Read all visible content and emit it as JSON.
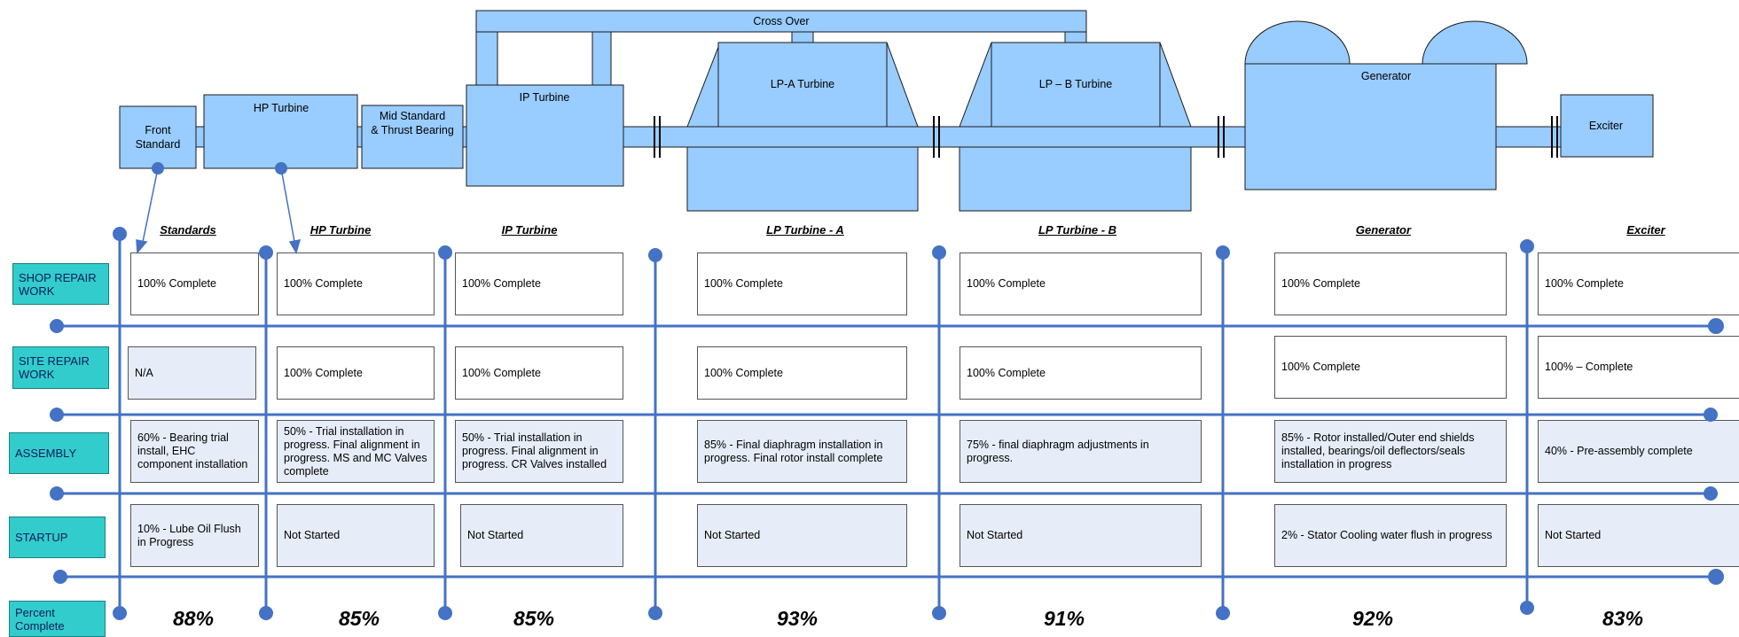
{
  "diagram": {
    "components": {
      "cross_over": "Cross Over",
      "front_standard": "Front\nStandard",
      "hp_turbine": "HP Turbine",
      "mid_standard": "Mid Standard\n& Thrust Bearing",
      "ip_turbine": "IP Turbine",
      "lpa_turbine": "LP-A Turbine",
      "lpb_turbine": "LP – B Turbine",
      "generator": "Generator",
      "exciter": "Exciter"
    }
  },
  "columns": [
    "Standards",
    "HP Turbine",
    "IP Turbine",
    "LP Turbine - A",
    "LP Turbine - B",
    "Generator",
    "Exciter"
  ],
  "rows": [
    "SHOP REPAIR WORK",
    "SITE REPAIR WORK",
    "ASSEMBLY",
    "STARTUP"
  ],
  "percent_label": "Percent Complete",
  "cells": {
    "shop": [
      "100% Complete",
      "100% Complete",
      "100% Complete",
      "100% Complete",
      "100% Complete",
      "100% Complete",
      "100% Complete"
    ],
    "site": [
      "N/A",
      "100% Complete",
      "100% Complete",
      "100% Complete",
      "100% Complete",
      "100% Complete",
      "100% – Complete"
    ],
    "assembly": [
      "60% - Bearing trial install, EHC component installation",
      "50% - Trial installation in progress.  Final alignment in progress. MS and MC Valves complete",
      "50% - Trial installation in progress.  Final alignment in progress. CR Valves installed",
      "85% - Final diaphragm installation in progress.  Final rotor install complete",
      "75% - final diaphragm adjustments in progress.",
      "85% - Rotor installed/Outer end shields installed, bearings/oil deflectors/seals installation in progress",
      "40% - Pre-assembly complete"
    ],
    "startup": [
      "10% - Lube Oil Flush in Progress",
      "Not Started",
      "Not Started",
      "Not Started",
      "Not Started",
      "2% - Stator Cooling water flush in progress",
      "Not Started"
    ]
  },
  "percents": [
    "88%",
    "85%",
    "85%",
    "93%",
    "91%",
    "92%",
    "83%"
  ],
  "colors": {
    "component_fill": "#99ccff",
    "connector_line": "#4472c4",
    "row_label_fill": "#33cccc",
    "cell_tint": "#e6edf8"
  }
}
